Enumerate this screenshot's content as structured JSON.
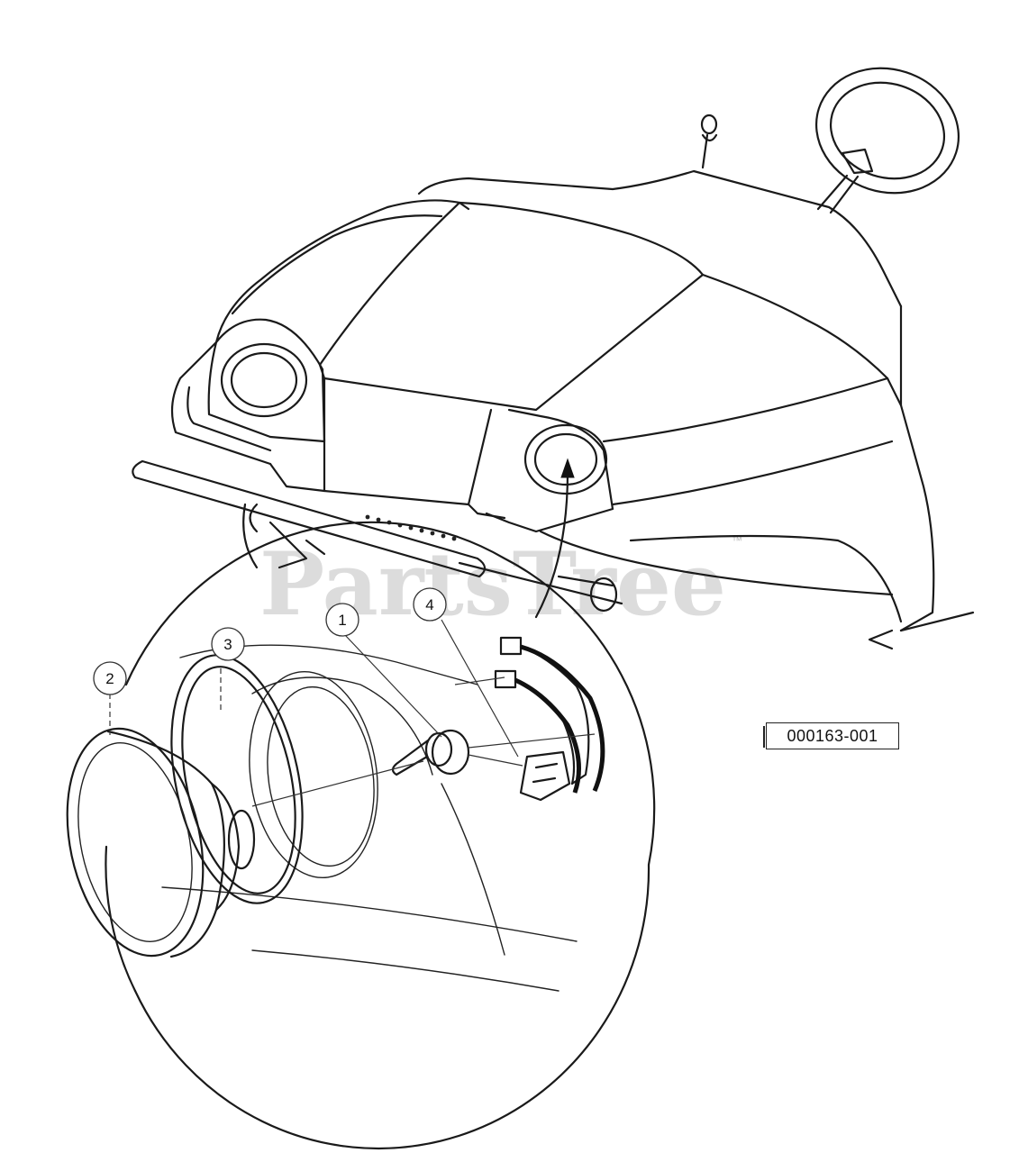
{
  "diagram": {
    "drawing_code": "000163-001",
    "watermark": "PartsTree",
    "watermark_tm": "™",
    "callouts": [
      {
        "label": "1"
      },
      {
        "label": "2"
      },
      {
        "label": "3"
      },
      {
        "label": "4"
      }
    ]
  }
}
